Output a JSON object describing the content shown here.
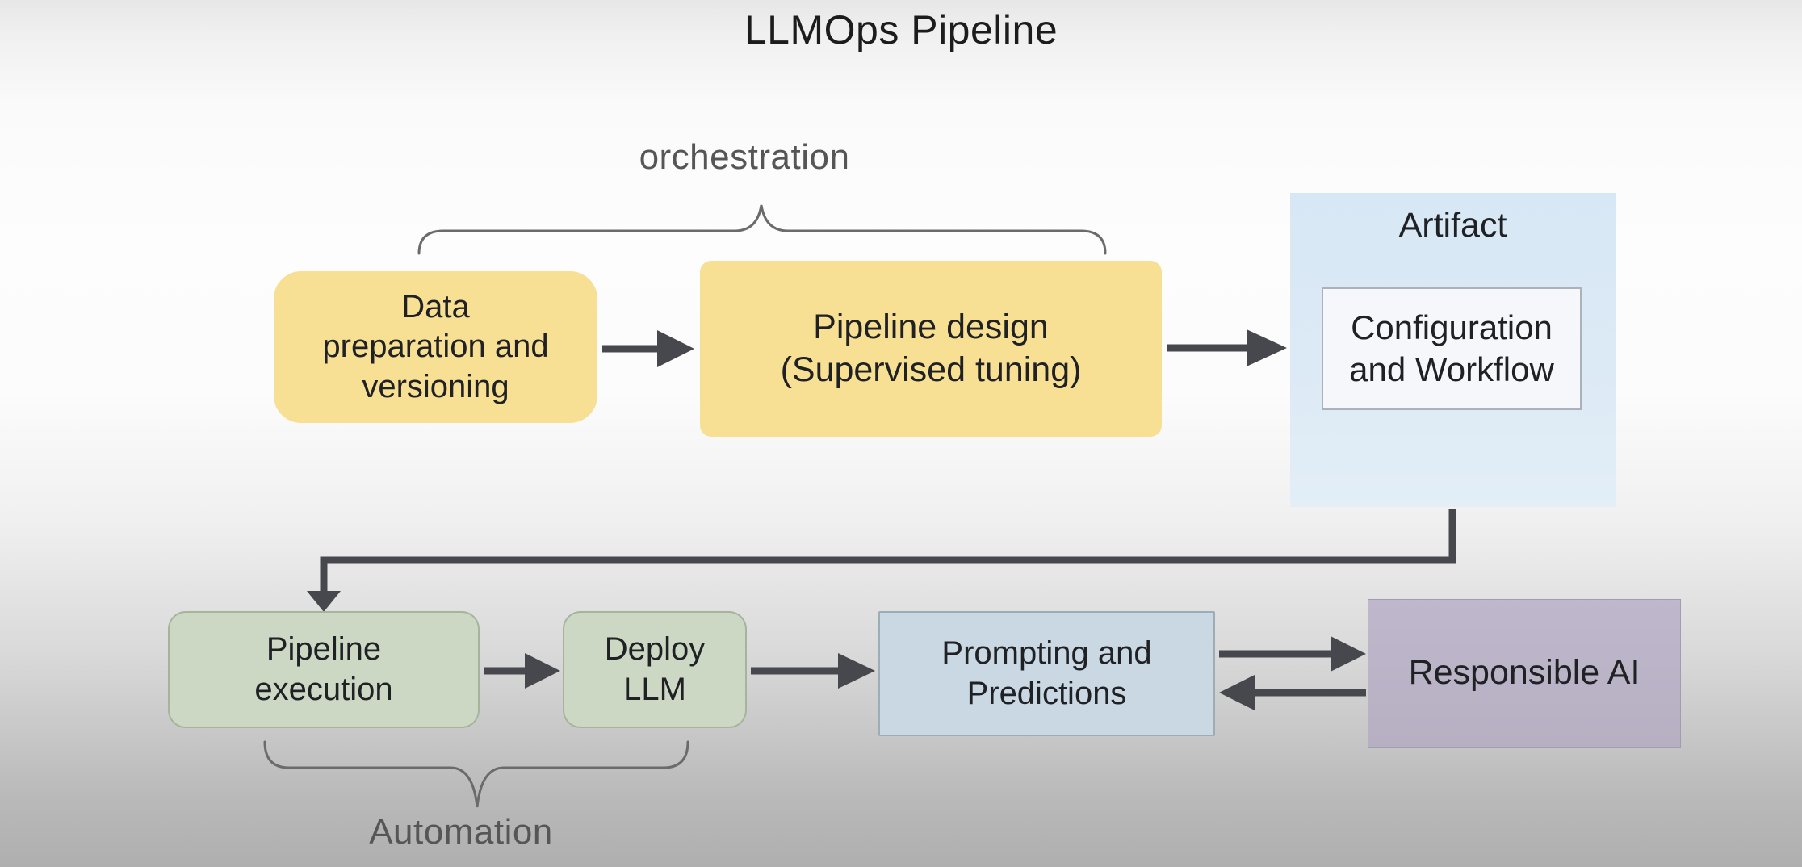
{
  "title": "LLMOps Pipeline",
  "annotations": {
    "orchestration": "orchestration",
    "automation": "Automation"
  },
  "nodes": {
    "data_prep": {
      "label": "Data\npreparation and\nversioning"
    },
    "pipeline_design": {
      "label": "Pipeline design\n(Supervised tuning)"
    },
    "artifact": {
      "title": "Artifact"
    },
    "config_workflow": {
      "label": "Configuration\nand Workflow"
    },
    "pipeline_execution": {
      "label": "Pipeline\nexecution"
    },
    "deploy_llm": {
      "label": "Deploy\nLLM"
    },
    "prompting": {
      "label": "Prompting and\nPredictions"
    },
    "responsible_ai": {
      "label": "Responsible AI"
    }
  },
  "colors": {
    "yellow": "#f7e093",
    "green": "#ccd8c4",
    "light_blue": "#dbe9f5",
    "inner_white": "#f5f7fa",
    "steel_blue": "#c9d8e2",
    "purple": "#bab2c5",
    "arrow": "#46484d",
    "brace": "#6b6b6b",
    "text": "#202124",
    "label_gray": "#565656"
  }
}
